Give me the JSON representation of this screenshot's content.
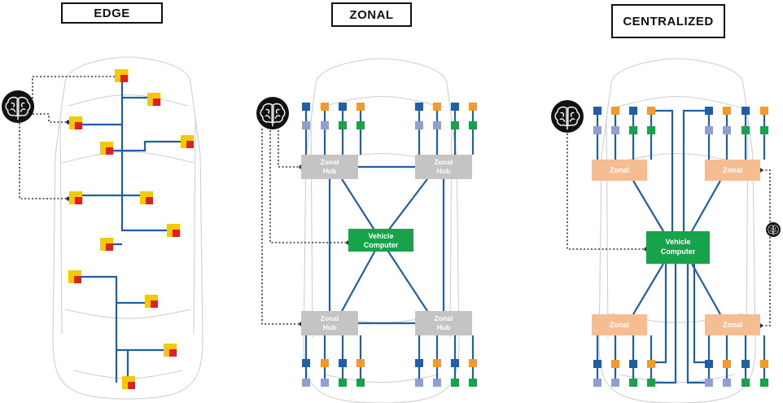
{
  "panels": {
    "edge": {
      "title": "EDGE"
    },
    "zonal": {
      "title": "ZONAL",
      "hub_label_line1": "Zonal",
      "hub_label_line2": "Hub",
      "computer_label_line1": "Vehicle",
      "computer_label_line2": "Computer"
    },
    "centralized": {
      "title": "CENTRALIZED",
      "zone_label": "Zonal",
      "computer_label_line1": "Vehicle",
      "computer_label_line2": "Computer"
    }
  },
  "icons": {
    "brain": "brain-icon"
  },
  "colors": {
    "wire": "#1f5fa8",
    "link": "#333333",
    "ecu_yellow": "#f5c900",
    "ecu_red": "#e02020",
    "hub_gray": "#c4c4c4",
    "computer_green": "#17a34a",
    "zone_peach": "#f6bd93",
    "dev_navy": "#1f5fa8",
    "dev_orange": "#f39a2b",
    "dev_lavender": "#8e9fd0",
    "dev_green": "#17a34a",
    "car_outline": "#cfcfcf"
  }
}
